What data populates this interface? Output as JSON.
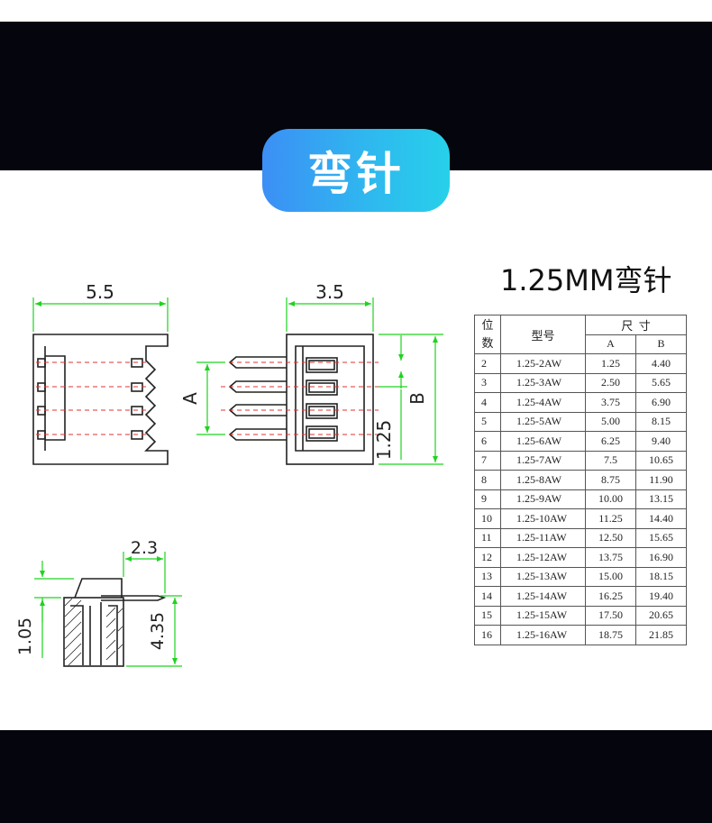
{
  "banner": {
    "title": "弯针"
  },
  "subtitle": "1.25MM弯针",
  "drawing": {
    "front_width": "5.5",
    "side_width": "3.5",
    "label_a": "A",
    "label_b": "B",
    "pitch": "1.25",
    "pin_offset": "2.3",
    "base_height": "1.05",
    "total_height": "4.35"
  },
  "table": {
    "header_pos_1": "位",
    "header_pos_2": "数",
    "header_model": "型号",
    "header_size": "尺  寸",
    "header_a": "A",
    "header_b": "B",
    "rows": [
      [
        "2",
        "1.25-2AW",
        "1.25",
        "4.40"
      ],
      [
        "3",
        "1.25-3AW",
        "2.50",
        "5.65"
      ],
      [
        "4",
        "1.25-4AW",
        "3.75",
        "6.90"
      ],
      [
        "5",
        "1.25-5AW",
        "5.00",
        "8.15"
      ],
      [
        "6",
        "1.25-6AW",
        "6.25",
        "9.40"
      ],
      [
        "7",
        "1.25-7AW",
        "7.5",
        "10.65"
      ],
      [
        "8",
        "1.25-8AW",
        "8.75",
        "11.90"
      ],
      [
        "9",
        "1.25-9AW",
        "10.00",
        "13.15"
      ],
      [
        "10",
        "1.25-10AW",
        "11.25",
        "14.40"
      ],
      [
        "11",
        "1.25-11AW",
        "12.50",
        "15.65"
      ],
      [
        "12",
        "1.25-12AW",
        "13.75",
        "16.90"
      ],
      [
        "13",
        "1.25-13AW",
        "15.00",
        "18.15"
      ],
      [
        "14",
        "1.25-14AW",
        "16.25",
        "19.40"
      ],
      [
        "15",
        "1.25-15AW",
        "17.50",
        "20.65"
      ],
      [
        "16",
        "1.25-16AW",
        "18.75",
        "21.85"
      ]
    ]
  }
}
